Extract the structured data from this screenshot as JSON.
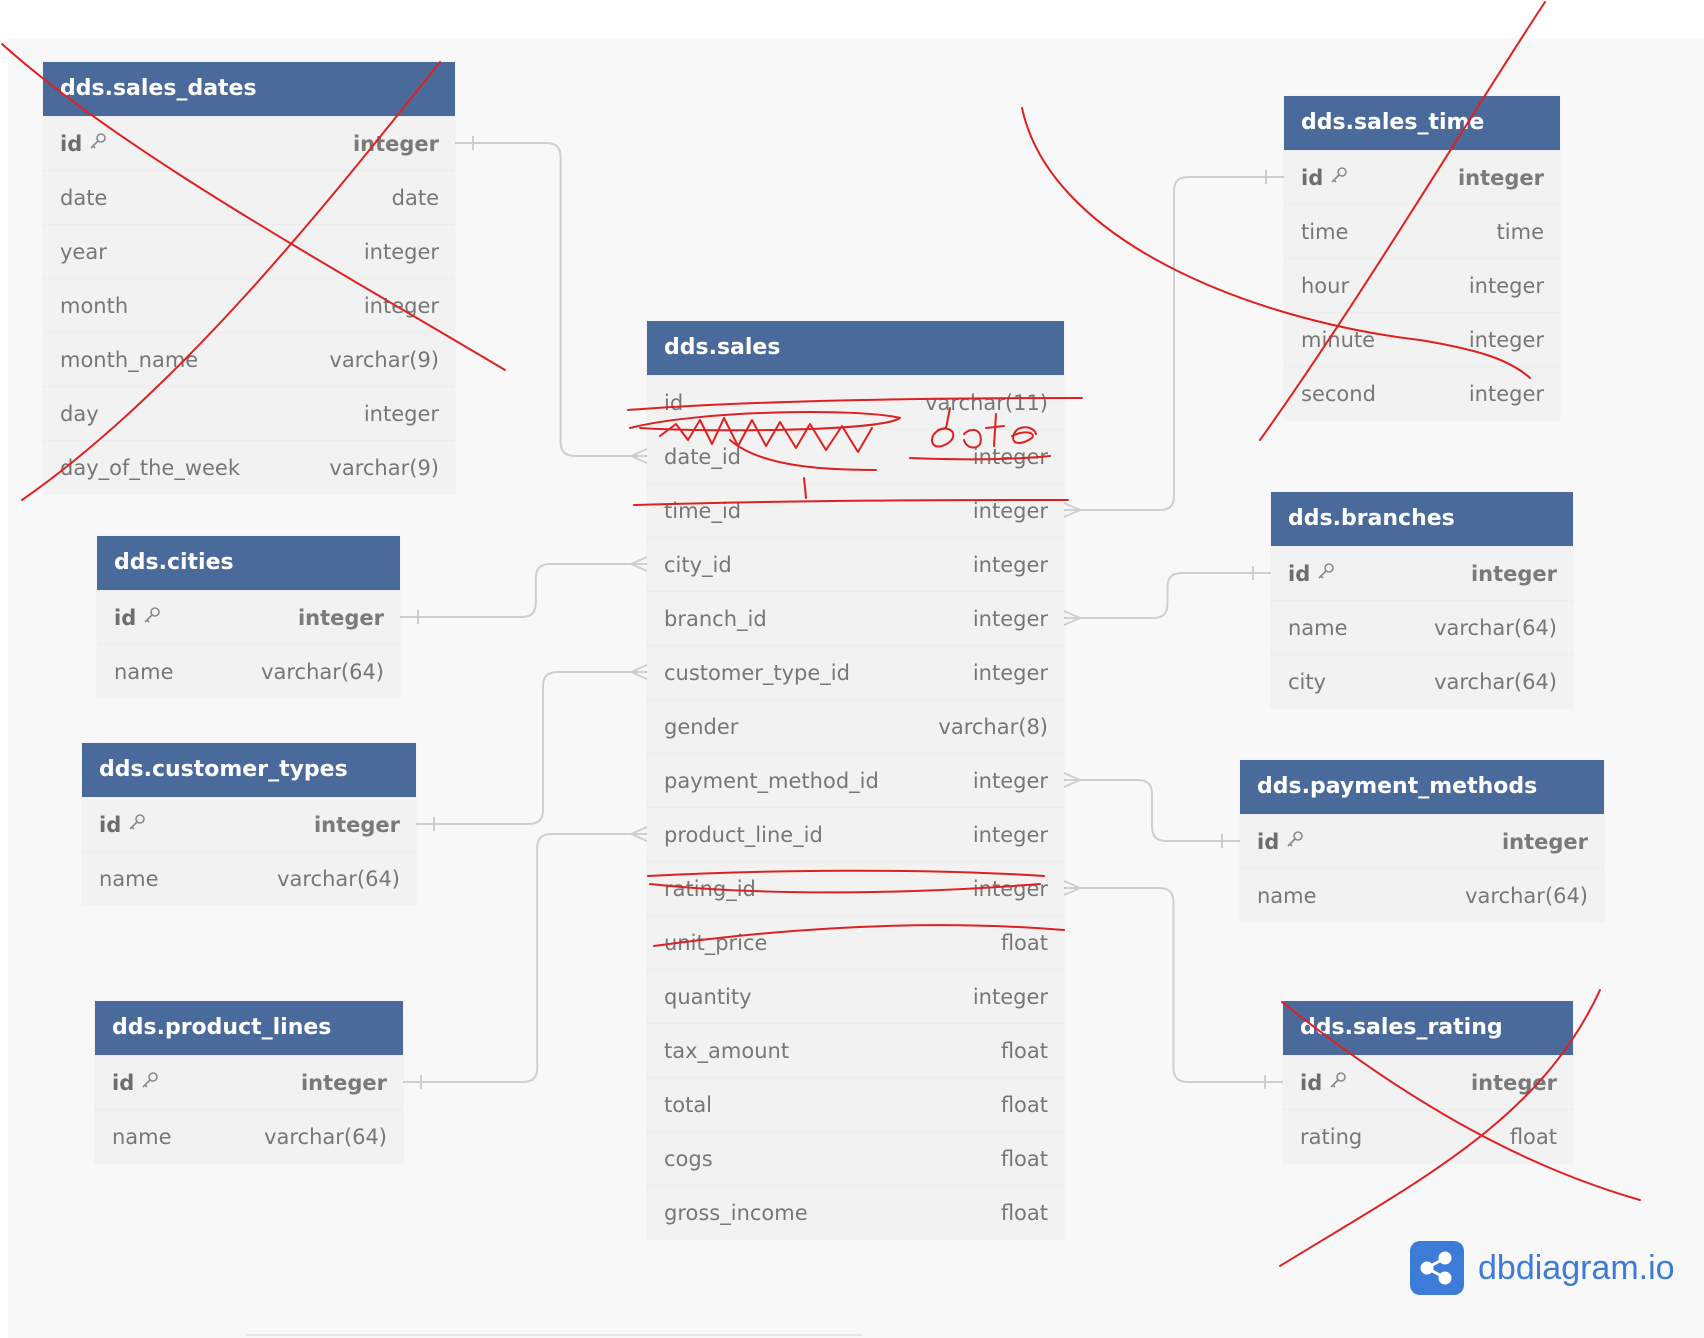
{
  "tables": [
    {
      "id": "sales_dates",
      "name": "dds.sales_dates",
      "fields": [
        {
          "name": "id",
          "type": "integer",
          "pk": true
        },
        {
          "name": "date",
          "type": "date"
        },
        {
          "name": "year",
          "type": "integer"
        },
        {
          "name": "month",
          "type": "integer"
        },
        {
          "name": "month_name",
          "type": "varchar(9)"
        },
        {
          "name": "day",
          "type": "integer"
        },
        {
          "name": "day_of_the_week",
          "type": "varchar(9)"
        }
      ]
    },
    {
      "id": "cities",
      "name": "dds.cities",
      "fields": [
        {
          "name": "id",
          "type": "integer",
          "pk": true
        },
        {
          "name": "name",
          "type": "varchar(64)"
        }
      ]
    },
    {
      "id": "customer_types",
      "name": "dds.customer_types",
      "fields": [
        {
          "name": "id",
          "type": "integer",
          "pk": true
        },
        {
          "name": "name",
          "type": "varchar(64)"
        }
      ]
    },
    {
      "id": "product_lines",
      "name": "dds.product_lines",
      "fields": [
        {
          "name": "id",
          "type": "integer",
          "pk": true
        },
        {
          "name": "name",
          "type": "varchar(64)"
        }
      ]
    },
    {
      "id": "sales",
      "name": "dds.sales",
      "fields": [
        {
          "name": "id",
          "type": "varchar(11)"
        },
        {
          "name": "date_id",
          "type": "integer"
        },
        {
          "name": "time_id",
          "type": "integer"
        },
        {
          "name": "city_id",
          "type": "integer"
        },
        {
          "name": "branch_id",
          "type": "integer"
        },
        {
          "name": "customer_type_id",
          "type": "integer"
        },
        {
          "name": "gender",
          "type": "varchar(8)"
        },
        {
          "name": "payment_method_id",
          "type": "integer"
        },
        {
          "name": "product_line_id",
          "type": "integer"
        },
        {
          "name": "rating_id",
          "type": "integer"
        },
        {
          "name": "unit_price",
          "type": "float"
        },
        {
          "name": "quantity",
          "type": "integer"
        },
        {
          "name": "tax_amount",
          "type": "float"
        },
        {
          "name": "total",
          "type": "float"
        },
        {
          "name": "cogs",
          "type": "float"
        },
        {
          "name": "gross_income",
          "type": "float"
        }
      ]
    },
    {
      "id": "sales_time",
      "name": "dds.sales_time",
      "fields": [
        {
          "name": "id",
          "type": "integer",
          "pk": true
        },
        {
          "name": "time",
          "type": "time"
        },
        {
          "name": "hour",
          "type": "integer"
        },
        {
          "name": "minute",
          "type": "integer"
        },
        {
          "name": "second",
          "type": "integer"
        }
      ]
    },
    {
      "id": "branches",
      "name": "dds.branches",
      "fields": [
        {
          "name": "id",
          "type": "integer",
          "pk": true
        },
        {
          "name": "name",
          "type": "varchar(64)"
        },
        {
          "name": "city",
          "type": "varchar(64)"
        }
      ]
    },
    {
      "id": "payment_methods",
      "name": "dds.payment_methods",
      "fields": [
        {
          "name": "id",
          "type": "integer",
          "pk": true
        },
        {
          "name": "name",
          "type": "varchar(64)"
        }
      ]
    },
    {
      "id": "sales_rating",
      "name": "dds.sales_rating",
      "fields": [
        {
          "name": "id",
          "type": "integer",
          "pk": true
        },
        {
          "name": "rating",
          "type": "float"
        }
      ]
    }
  ],
  "relations": [
    {
      "from": "sales_dates.id",
      "to": "sales.date_id"
    },
    {
      "from": "cities.id",
      "to": "sales.city_id"
    },
    {
      "from": "customer_types.id",
      "to": "sales.customer_type_id"
    },
    {
      "from": "product_lines.id",
      "to": "sales.product_line_id"
    },
    {
      "from": "sales_time.id",
      "to": "sales.time_id"
    },
    {
      "from": "branches.id",
      "to": "sales.branch_id"
    },
    {
      "from": "payment_methods.id",
      "to": "sales.payment_method_id"
    },
    {
      "from": "sales_rating.id",
      "to": "sales.rating_id"
    }
  ],
  "annotation": {
    "handwritten_word": "date",
    "color": "#e02020"
  },
  "brand": {
    "text": "dbdiagram.io",
    "color": "#3d7bd9"
  },
  "colors": {
    "header": "#4a6a9b",
    "canvas": "#f8f8f8",
    "row": "#f2f2f2",
    "link": "#cfcfcf"
  }
}
